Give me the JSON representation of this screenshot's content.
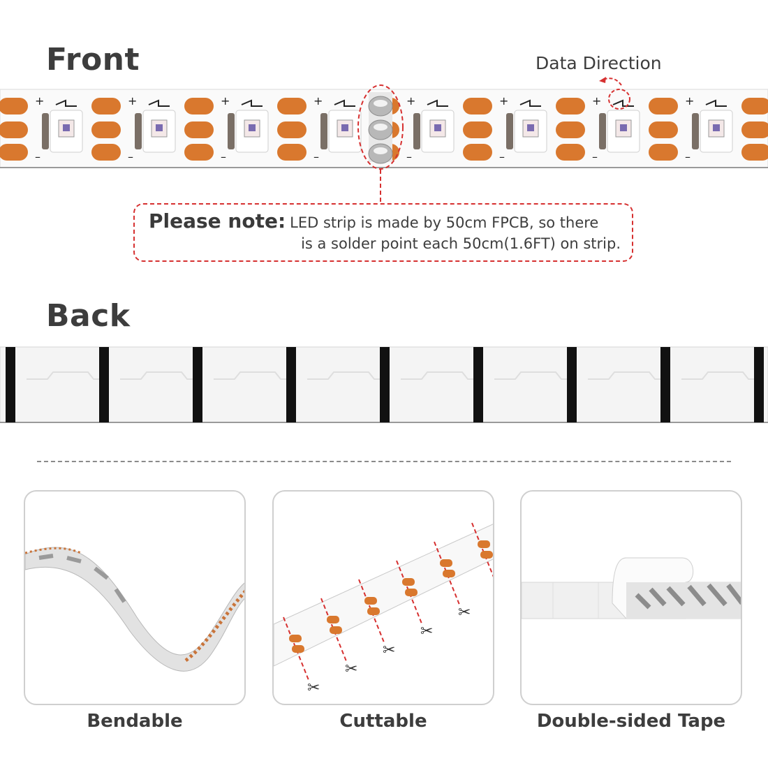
{
  "front": {
    "title": "Front",
    "data_direction_label": "Data Direction"
  },
  "note": {
    "label": "Please note:",
    "line1": "LED strip is made by 50cm FPCB, so there",
    "line2": "is a solder point each 50cm(1.6FT) on strip."
  },
  "back": {
    "title": "Back"
  },
  "features": [
    {
      "caption": "Bendable"
    },
    {
      "caption": "Cuttable"
    },
    {
      "caption": "Double-sided Tape"
    }
  ],
  "colors": {
    "accent_red": "#d63030",
    "pad_orange": "#d9782e",
    "back_band": "#111111"
  }
}
